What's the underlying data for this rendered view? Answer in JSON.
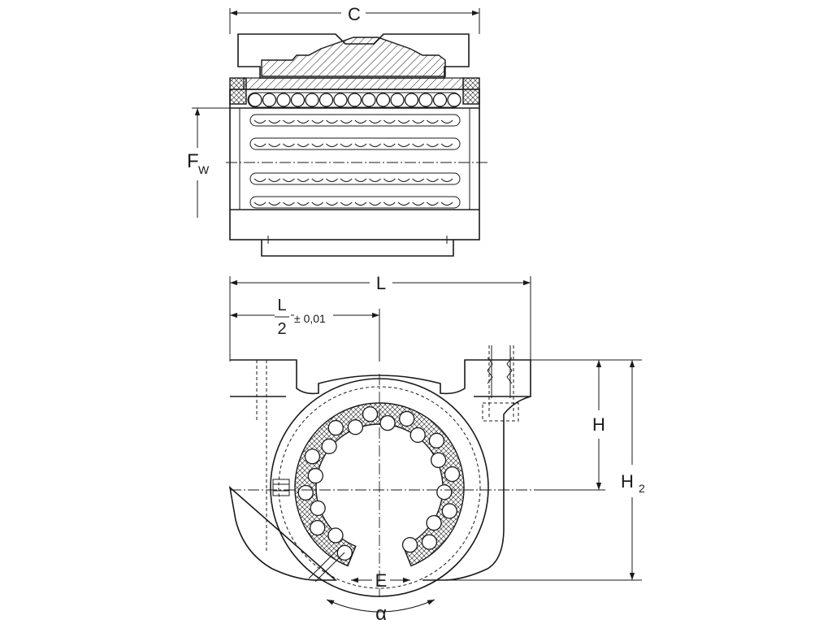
{
  "labels": {
    "C": "C",
    "F": "F",
    "F_sub": "W",
    "L": "L",
    "half_num": "L",
    "half_den": "2",
    "half_tol": "± 0,01",
    "H": "H",
    "H2": "H",
    "H2_sub": "2",
    "E": "E",
    "alpha": "α"
  }
}
